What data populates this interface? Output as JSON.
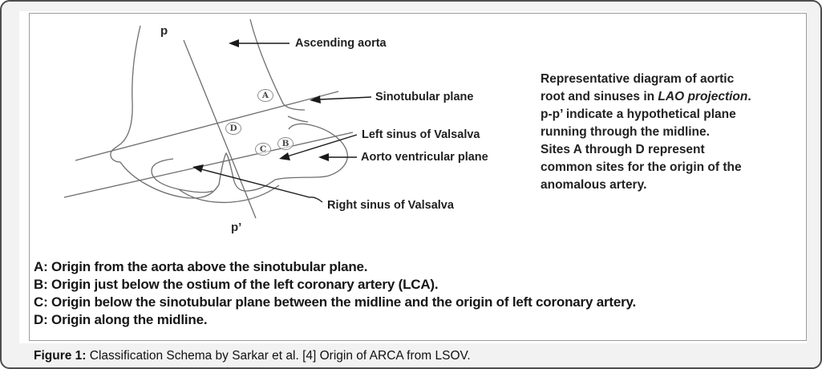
{
  "figure": {
    "diagram": {
      "labels": {
        "p": "p",
        "p_prime": "p’",
        "ascending_aorta": "Ascending aorta",
        "sinotubular_plane": "Sinotubular plane",
        "left_sinus": "Left sinus of Valsalva",
        "av_plane": "Aorto ventricular plane",
        "right_sinus": "Right sinus of Valsalva"
      },
      "markers": {
        "a": "A",
        "b": "B",
        "c": "C",
        "d": "D"
      }
    },
    "note": {
      "lines": [
        {
          "text": "Representative  diagram of aortic"
        },
        {
          "pre": "root and sinuses in ",
          "bold": "LAO projection",
          "post": "."
        },
        {
          "text": "p-p’ indicate a hypothetical plane"
        },
        {
          "text": "running through the midline."
        },
        {
          "text": "Sites A through D represent"
        },
        {
          "text": "common sites for the origin of the"
        },
        {
          "text": "anomalous artery."
        }
      ]
    },
    "legend": {
      "items": [
        "A: Origin from the aorta above the sinotubular plane.",
        "B: Origin just below the ostium of the left coronary artery (LCA).",
        "C: Origin below the sinotubular plane between the midline and the origin of left coronary artery.",
        "D: Origin along the midline."
      ]
    },
    "caption": {
      "label": "Figure 1:",
      "text": " Classification Schema by Sarkar et al. [4] Origin of ARCA from LSOV."
    },
    "colors": {
      "background": "#f2f2f2",
      "panel": "#ffffff",
      "outer_border": "#4d4d4d",
      "sketch_line": "#6e6e6e",
      "ink": "#1a1a1a"
    }
  }
}
